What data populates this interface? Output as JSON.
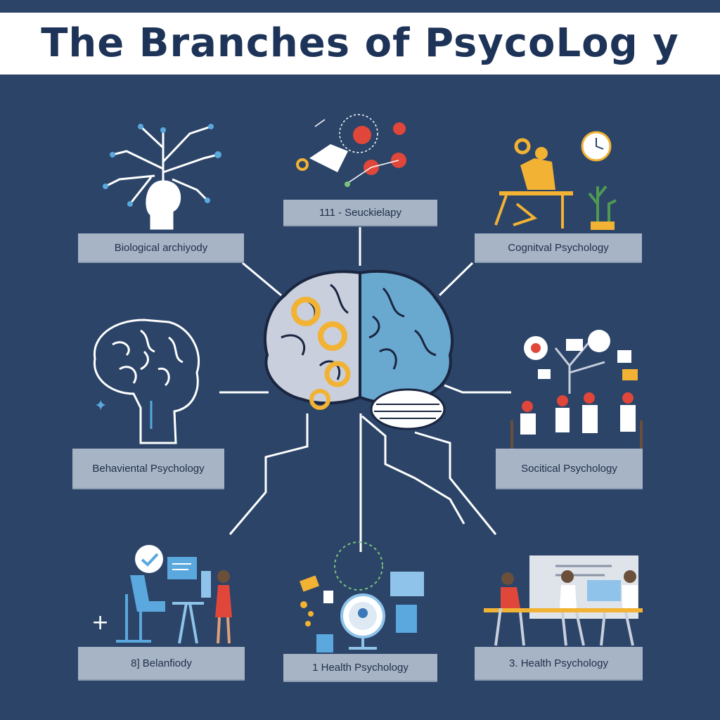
{
  "title": "The Branches of PsycoLog y",
  "branches": [
    {
      "label": "Biological archiyody"
    },
    {
      "label": "111 - Seuckielapy"
    },
    {
      "label": "Cognitval Psychology"
    },
    {
      "label": "Behaviental Psychology"
    },
    {
      "label": "Socitical Psychology"
    },
    {
      "label": "8] Belanfiody"
    },
    {
      "label": "1 Health Psychology"
    },
    {
      "label": "3. Health Psychology"
    }
  ],
  "colors": {
    "background": "#2b4468",
    "title_text": "#1d3357",
    "label_bg": "#a7b4c6",
    "connector": "#ffffff",
    "brain_left": "#c9cfdc",
    "brain_right": "#6aa9cf",
    "gear": "#f2b233",
    "accent_red": "#e0463a",
    "accent_blue": "#5aa8de"
  },
  "icons": [
    "head-circuit-icon",
    "gears-network-icon",
    "desk-worker-icon",
    "brain-outline-icon",
    "social-network-icon",
    "therapy-session-icon",
    "health-gadgets-icon",
    "office-team-icon",
    "central-brain-icon"
  ]
}
